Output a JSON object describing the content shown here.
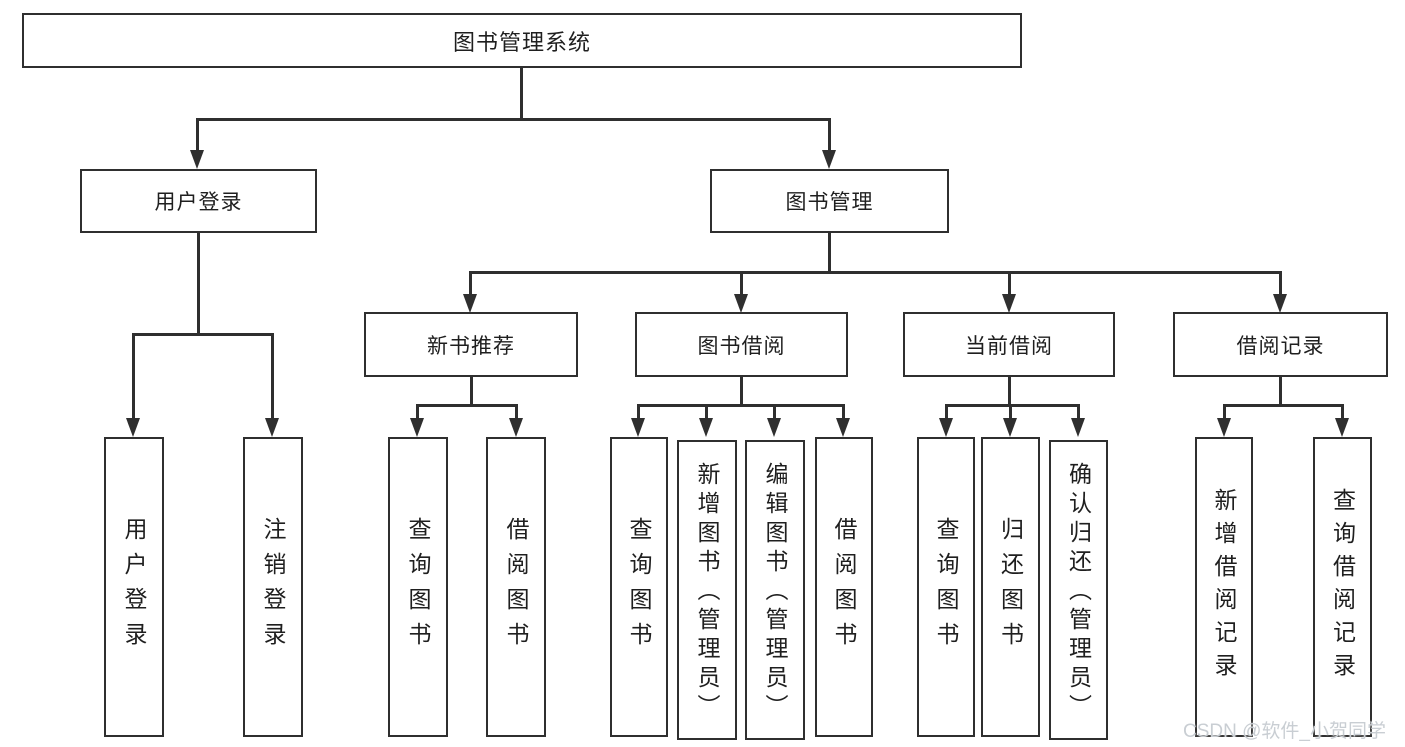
{
  "nodes": {
    "root": "图书管理系统",
    "user_login": "用户登录",
    "book_mgmt": "图书管理",
    "new_book_rec": "新书推荐",
    "book_borrow": "图书借阅",
    "current_borrow": "当前借阅",
    "borrow_record": "借阅记录",
    "leaf_user_login": "用户登录",
    "leaf_logout": "注销登录",
    "leaf_query_book_rec": "查询图书",
    "leaf_borrow_book_rec": "借阅图书",
    "leaf_query_book_borrow": "查询图书",
    "leaf_add_book_admin": "新增图书（管理员）",
    "leaf_edit_book_admin": "编辑图书（管理员）",
    "leaf_borrow_book_borrow": "借阅图书",
    "leaf_query_book_current": "查询图书",
    "leaf_return_book": "归还图书",
    "leaf_confirm_return_admin": "确认归还（管理员）",
    "leaf_add_borrow_record": "新增借阅记录",
    "leaf_query_borrow_record": "查询借阅记录"
  },
  "watermark": "CSDN @软件_小贺同学",
  "colors": {
    "line": "#2f2f2f",
    "text": "#1f1f1f",
    "background": "#ffffff",
    "watermark": "#c9ced3"
  }
}
